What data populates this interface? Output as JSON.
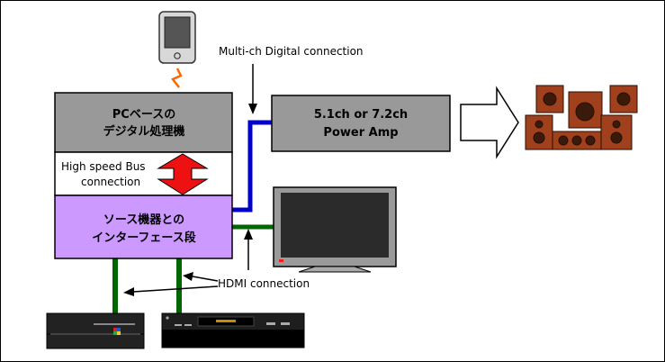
{
  "colors": {
    "processing_fill": "#999999",
    "interface_fill": "#cc99ff",
    "amp_fill": "#999999",
    "digital_line": "#0000cc",
    "hdmi_line": "#006600",
    "bus_arrow": "#ee1111",
    "wireless_bolt": "#ff6600",
    "speaker_wood": "#a0401c"
  },
  "blocks": {
    "processing_line1": "PCベースの",
    "processing_line2": "デジタル処理機",
    "bus_line1": "High speed Bus",
    "bus_line2": "connection",
    "interface_line1": "ソース機器との",
    "interface_line2": "インターフェース段",
    "amp_line1": "5.1ch or 7.2ch",
    "amp_line2": "Power Amp"
  },
  "labels": {
    "digital_connection": "Multi-ch Digital connection",
    "hdmi_connection": "HDMI connection"
  },
  "icons": {
    "remote": "handheld-remote-icon",
    "wireless": "wireless-bolt-icon",
    "output_arrow": "output-arrow-icon",
    "speakers": "speaker-system-icon",
    "tv": "tv-monitor-icon",
    "game_console": "game-console-icon",
    "recorder": "disc-recorder-icon"
  }
}
